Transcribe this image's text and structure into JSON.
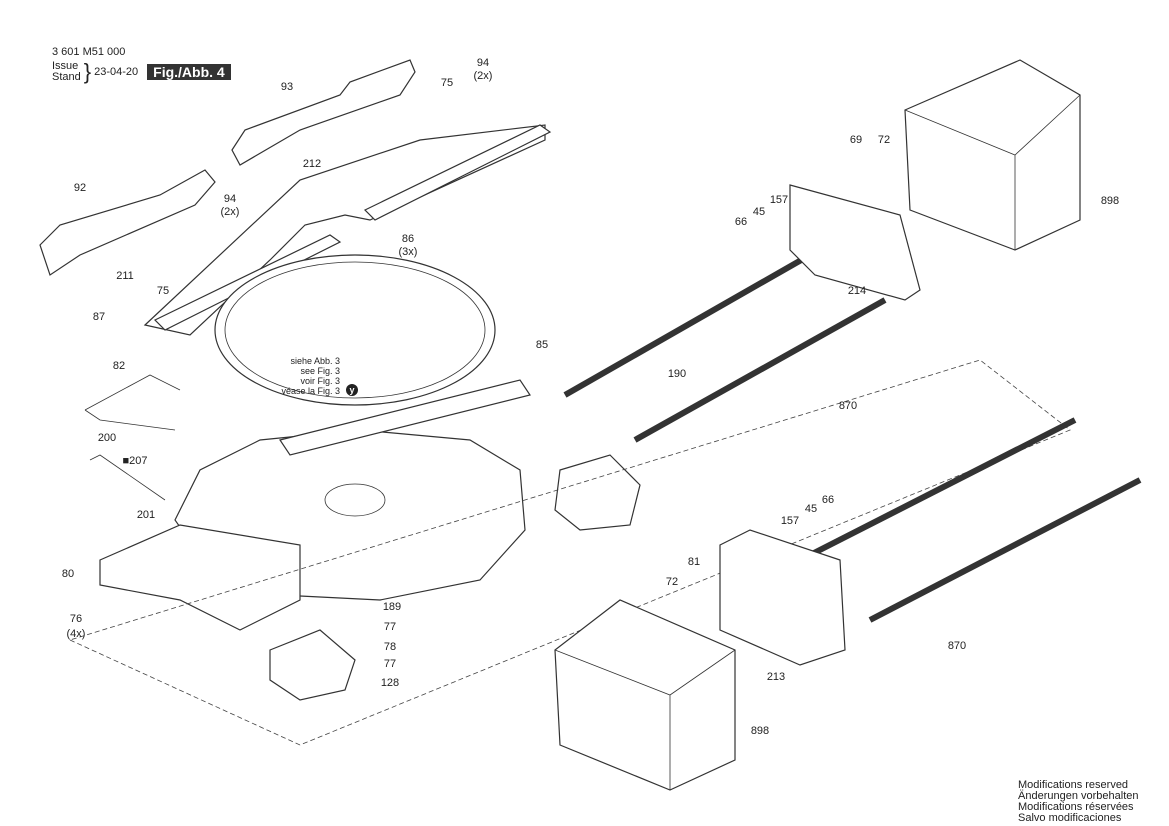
{
  "header": {
    "part_number": "3 601 M51 000",
    "issue_label": "Issue",
    "stand_label": "Stand",
    "date": "23-04-20",
    "figure": "Fig./Abb. 4"
  },
  "note": {
    "lines": [
      "siehe Abb. 3",
      "see Fig. 3",
      "voir Fig. 3",
      "véase la Fig. 3"
    ],
    "marker": "y"
  },
  "labels": [
    "93",
    "94",
    "(2x)",
    "75",
    "212",
    "92",
    "94",
    "(2x)",
    "211",
    "75",
    "87",
    "86",
    "(3x)",
    "85",
    "82",
    "200",
    "■207",
    "201",
    "80",
    "76",
    "(4x)",
    "189",
    "77",
    "78",
    "77",
    "128",
    "190",
    "870",
    "870",
    "66",
    "45",
    "157",
    "69",
    "72",
    "214",
    "898",
    "898",
    "72",
    "81",
    "213",
    "157",
    "45",
    "66"
  ],
  "footer": {
    "lines": [
      "Modifications reserved",
      "Änderungen vorbehalten",
      "Modifications réservées",
      "Salvo modificaciones"
    ]
  }
}
